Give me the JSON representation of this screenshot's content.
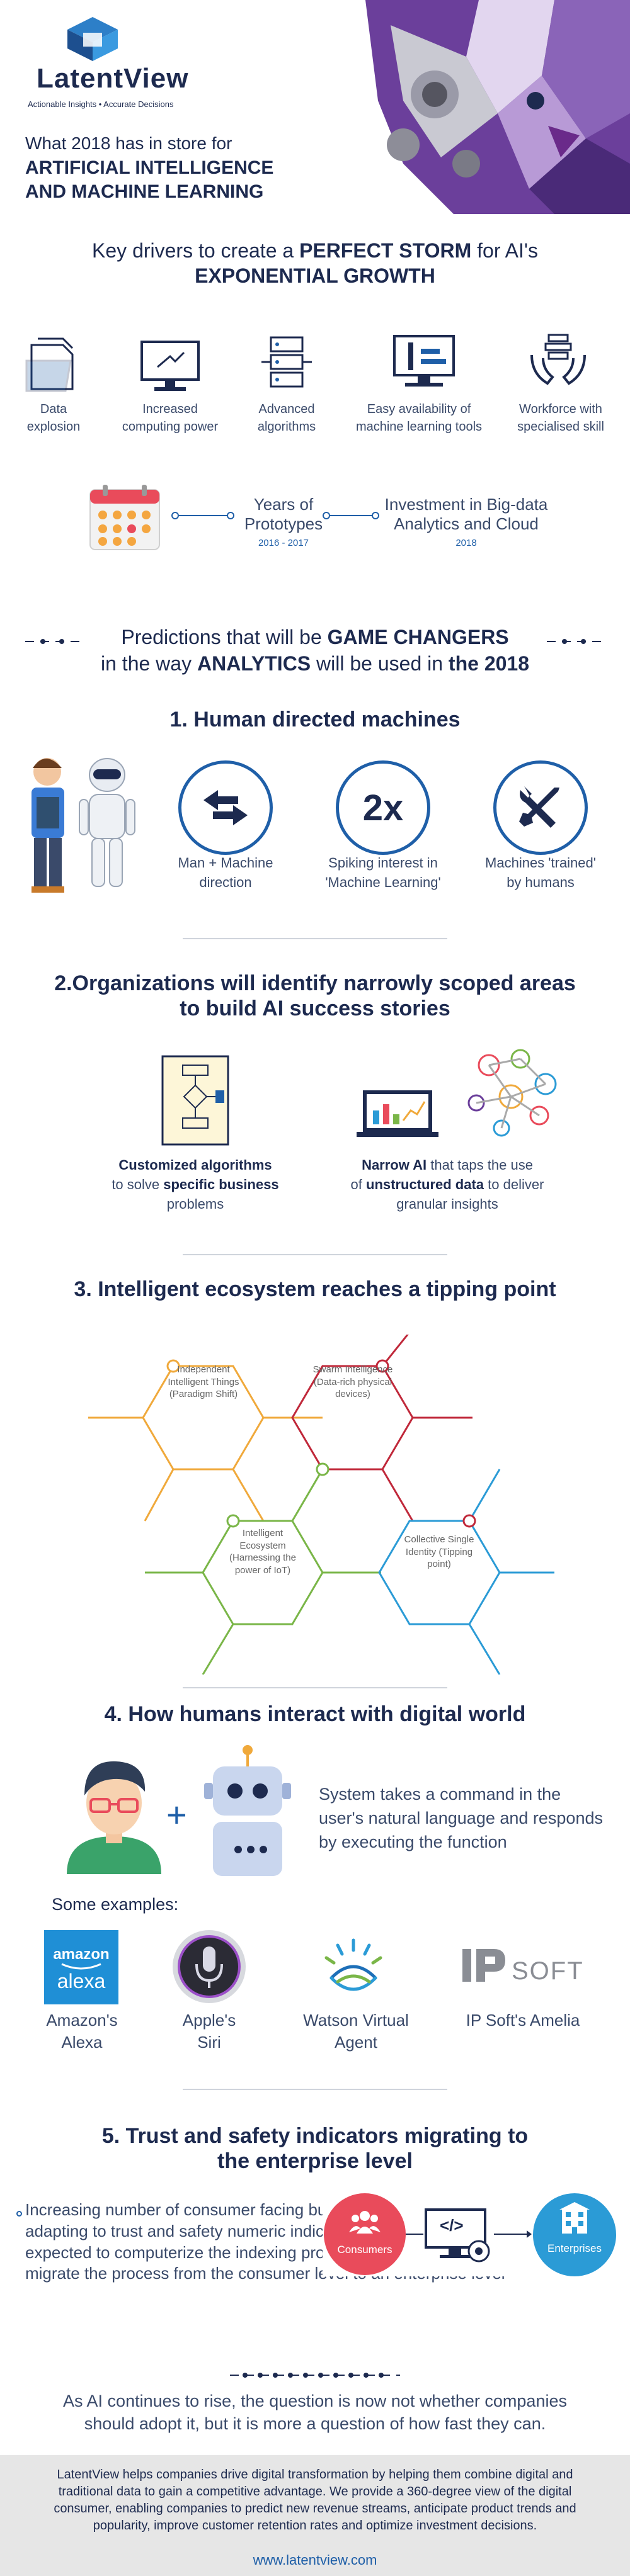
{
  "header": {
    "logo_name": "LatentView",
    "tagline": "Actionable Insights • Accurate Decisions",
    "intro": "What 2018 has in store for",
    "title_line1": "ARTIFICIAL INTELLIGENCE",
    "title_line2": "AND MACHINE LEARNING"
  },
  "drivers": {
    "heading_pre": "Key drivers to create a ",
    "heading_bold": "PERFECT STORM",
    "heading_post": " for AI's",
    "heading_line2": "EXPONENTIAL GROWTH",
    "items": [
      {
        "label1": "Data",
        "label2": "explosion",
        "icon": "folder-icon"
      },
      {
        "label1": "Increased",
        "label2": "computing power",
        "icon": "monitor-icon"
      },
      {
        "label1": "Advanced",
        "label2": "algorithms",
        "icon": "server-icon"
      },
      {
        "label1": "Easy availability of",
        "label2": "machine learning tools",
        "icon": "tools-monitor-icon"
      },
      {
        "label1": "Workforce with",
        "label2": "specialised skill",
        "icon": "hands-icon"
      }
    ],
    "timeline": [
      {
        "title1": "Years of",
        "title2": "Prototypes",
        "years": "2016 - 2017"
      },
      {
        "title1": "Investment in Big-data",
        "title2": "Analytics and Cloud",
        "years": "2018"
      }
    ]
  },
  "predictions": {
    "line1_pre": "Predictions that will be ",
    "line1_bold": "GAME CHANGERS",
    "line2_pre": "in the way ",
    "line2_bold": "ANALYTICS",
    "line2_mid": " will be used in ",
    "line2_bold2": "the 2018"
  },
  "section1": {
    "title": "1. Human directed machines",
    "items": [
      {
        "icon": "arrows-icon",
        "label1": "Man + Machine",
        "label2": "direction"
      },
      {
        "icon_text": "2x",
        "label1": "Spiking interest in",
        "label2": "'Machine Learning'"
      },
      {
        "icon": "tools-icon",
        "label1": "Machines 'trained'",
        "label2": "by humans"
      }
    ]
  },
  "section2": {
    "title_line1": "2.Organizations will identify narrowly scoped areas",
    "title_line2": "to build AI success stories",
    "left_bold1": "Customized algorithms",
    "left_pre2": "to solve ",
    "left_bold2": "specific business",
    "left_line3": "problems",
    "right_bold1": "Narrow AI",
    "right_post1": " that taps the use",
    "right_pre2": "of ",
    "right_bold2": "unstructured data",
    "right_post2": " to deliver",
    "right_line3": "granular insights"
  },
  "section3": {
    "title": "3. Intelligent ecosystem reaches a tipping point",
    "hexes": [
      {
        "text": "Independent Intelligent Things (Paradigm Shift)",
        "color": "#f0a93b"
      },
      {
        "text": "Swarm Intelligence (Data-rich physical devices)",
        "color": "#c0283a"
      },
      {
        "text": "Intelligent Ecosystem (Harnessing the power of IoT)",
        "color": "#7ab648"
      },
      {
        "text": "Collective Single Identity (Tipping point)",
        "color": "#2b9bd6"
      }
    ]
  },
  "section4": {
    "title": "4. How humans interact with digital world",
    "description": "System takes a command in the user's natural language and responds by executing the function",
    "examples_label": "Some examples:",
    "examples": [
      {
        "logo": "amazon alexa",
        "label1": "Amazon's",
        "label2": "Alexa"
      },
      {
        "logo": "siri",
        "label1": "Apple's",
        "label2": "Siri"
      },
      {
        "logo": "watson",
        "label1": "Watson Virtual",
        "label2": "Agent"
      },
      {
        "logo": "IPSOFT",
        "label1": "IP Soft's Amelia",
        "label2": ""
      }
    ]
  },
  "section5": {
    "title_line1": "5. Trust and safety indicators migrating to",
    "title_line2": "the enterprise level",
    "body": "Increasing number of consumer facing businesses have already gone digital, adapting to trust and safety numeric indicators to aid their business. AI is expected to computerize the indexing process, increase efficiency and help migrate the process from the consumer level to an enterprise level",
    "consumers_label": "Consumers",
    "enterprises_label": "Enterprises",
    "code_label": "</>"
  },
  "closing": {
    "text": "As AI continues to rise, the question is now not whether companies should adopt it, but it is more a question of how fast they can."
  },
  "footer": {
    "text": "LatentView helps companies drive digital transformation by helping them combine digital and traditional data to gain a competitive advantage. We provide a 360-degree view of the digital consumer, enabling companies to predict new revenue streams, anticipate product trends and popularity, improve customer retention rates and optimize investment  decisions.",
    "url": "www.latentview.com"
  },
  "colors": {
    "navy": "#1d2a4f",
    "blue": "#1f5fa8",
    "light_blue": "#2b9bd6",
    "red": "#e94b5b",
    "purple": "#6b3f9b"
  }
}
